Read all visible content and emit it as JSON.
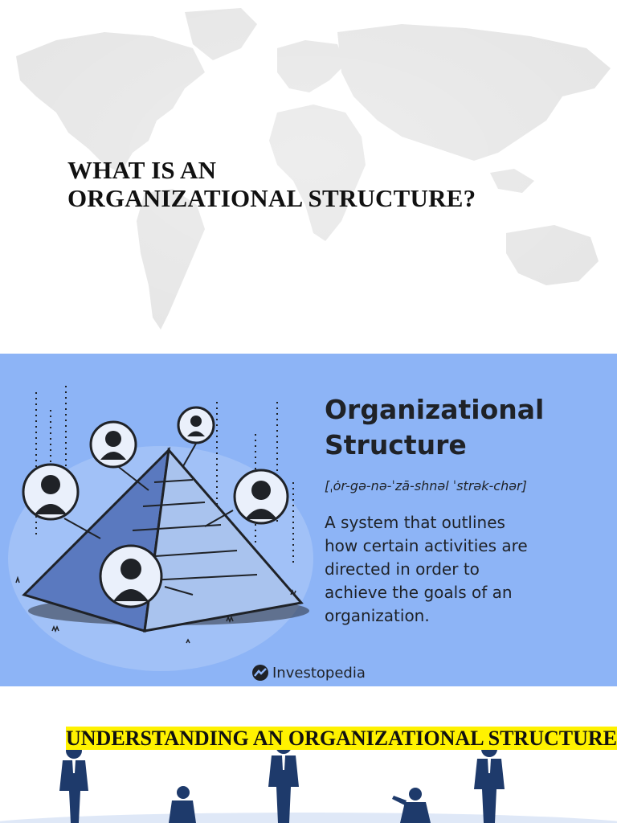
{
  "slide1": {
    "title_line1": "WHAT IS AN",
    "title_line2": "ORGANIZATIONAL STRUCTURE?",
    "background_icon": "world-map-icon"
  },
  "slide2": {
    "background_color": "#8db4f6",
    "term_line1": "Organizational",
    "term_line2": "Structure",
    "pronunciation": "[ˌȯr-gə-nə-ˈzā-shnəl ˈstrək-chər]",
    "definition_lines": [
      "A system that outlines",
      "how certain activities are",
      "directed in order to",
      "achieve the goals of an",
      "organization."
    ],
    "brand_name": "Investopedia",
    "illustration_icon": "pyramid-org-chart-icon"
  },
  "slide3": {
    "heading": "UNDERSTANDING AN ORGANIZATIONAL STRUCTURE",
    "highlight_color": "#fff200",
    "illustration_icon": "business-people-silhouettes-icon"
  }
}
